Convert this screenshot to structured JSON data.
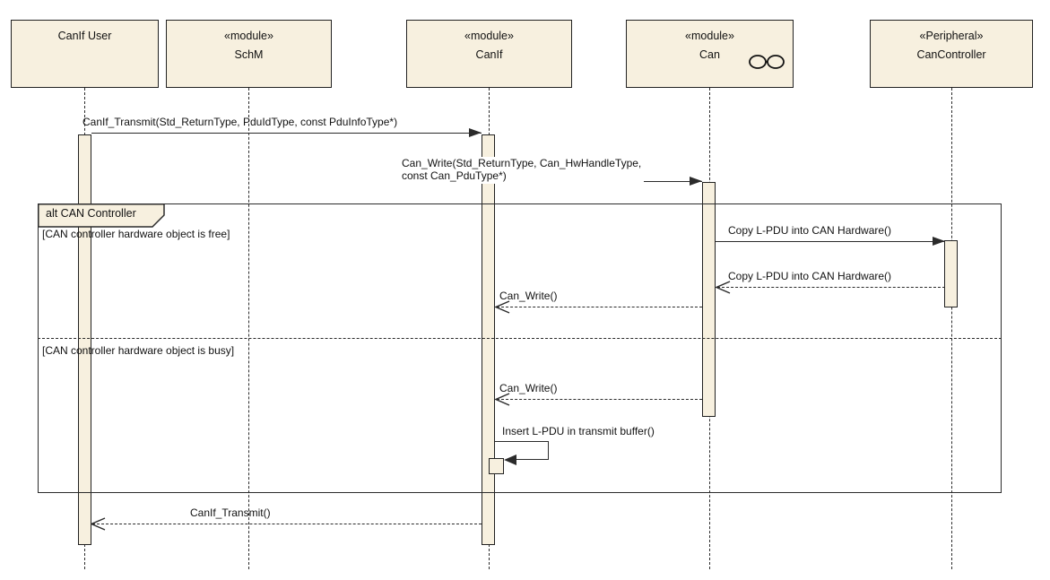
{
  "colors": {
    "fill": "#F7F0DF",
    "line": "#2b2b2b",
    "background": "#ffffff"
  },
  "lifelines": [
    {
      "stereotype": "",
      "name": "CanIf User"
    },
    {
      "stereotype": "«module»",
      "name": "SchM"
    },
    {
      "stereotype": "«module»",
      "name": "CanIf"
    },
    {
      "stereotype": "«module»",
      "name": "Can",
      "icon": "glasses-icon"
    },
    {
      "stereotype": "«Peripheral»",
      "name": "CanController"
    }
  ],
  "fragment": {
    "operator": "alt CAN Controller",
    "guard_free": "[CAN controller hardware object is free]",
    "guard_busy": "[CAN controller hardware object is busy]"
  },
  "messages": {
    "canif_transmit_call": "CanIf_Transmit(Std_ReturnType, PduIdType, const PduInfoType*)",
    "can_write_call_line1": "Can_Write(Std_ReturnType, Can_HwHandleType,",
    "can_write_call_line2": "const Can_PduType*)",
    "copy_lpdu_call": "Copy L-PDU into CAN Hardware()",
    "copy_lpdu_return": "Copy L-PDU into CAN Hardware()",
    "can_write_return_free": "Can_Write()",
    "can_write_return_busy": "Can_Write()",
    "insert_lpdu_self": "Insert L-PDU in transmit buffer()",
    "canif_transmit_return": "CanIf_Transmit()"
  }
}
